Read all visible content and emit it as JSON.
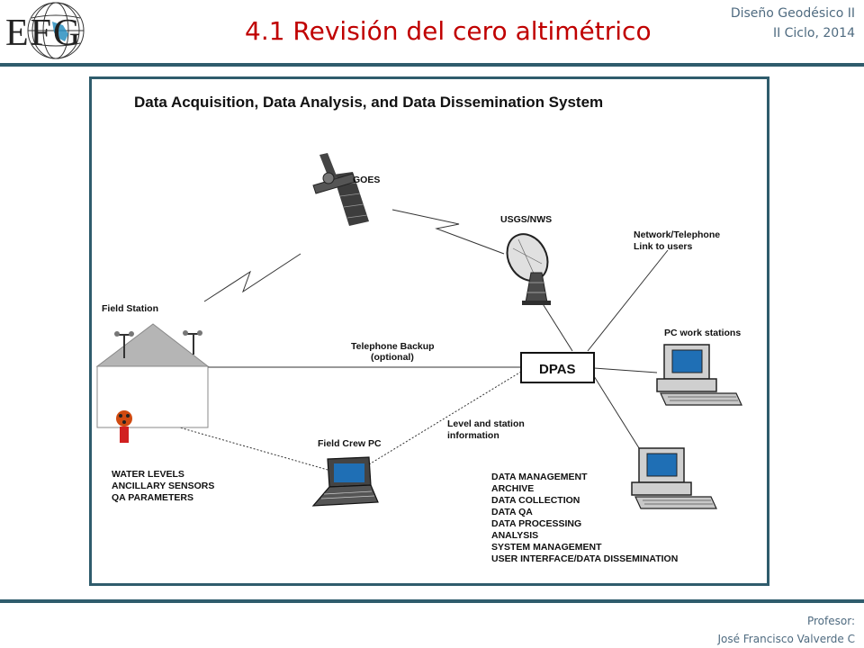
{
  "header": {
    "logo_text": "EFG",
    "title": "4.1 Revisión del cero altimétrico",
    "course_line1": "Diseño Geodésico II",
    "course_line2": "II Ciclo, 2014"
  },
  "footer": {
    "professor_label": "Profesor:",
    "professor_name": "José Francisco Valverde C"
  },
  "diagram": {
    "title": "Data Acquisition, Data Analysis, and Data Dissemination System",
    "satellite_label": "GOES",
    "dish_label": "USGS/NWS",
    "network_label_line1": "Network/Telephone",
    "network_label_line2": "Link to users",
    "field_station_label": "Field Station",
    "phone_backup_line1": "Telephone Backup",
    "phone_backup_line2": "(optional)",
    "dpas_label": "DPAS",
    "pc_workstations_label": "PC work stations",
    "level_info_line1": "Level and station",
    "level_info_line2": "information",
    "field_crew_label": "Field Crew PC",
    "sensor_list": [
      "WATER LEVELS",
      "ANCILLARY SENSORS",
      "QA PARAMETERS"
    ],
    "functions_list": [
      "DATA MANAGEMENT",
      "ARCHIVE",
      "DATA COLLECTION",
      "DATA QA",
      "DATA PROCESSING",
      "ANALYSIS",
      "SYSTEM MANAGEMENT",
      "USER INTERFACE/DATA DISSEMINATION"
    ]
  },
  "colors": {
    "title_red": "#c00000",
    "rule_teal": "#2f5c6c",
    "muted_text": "#4f6b80",
    "screen_blue": "#1f6fb5"
  }
}
